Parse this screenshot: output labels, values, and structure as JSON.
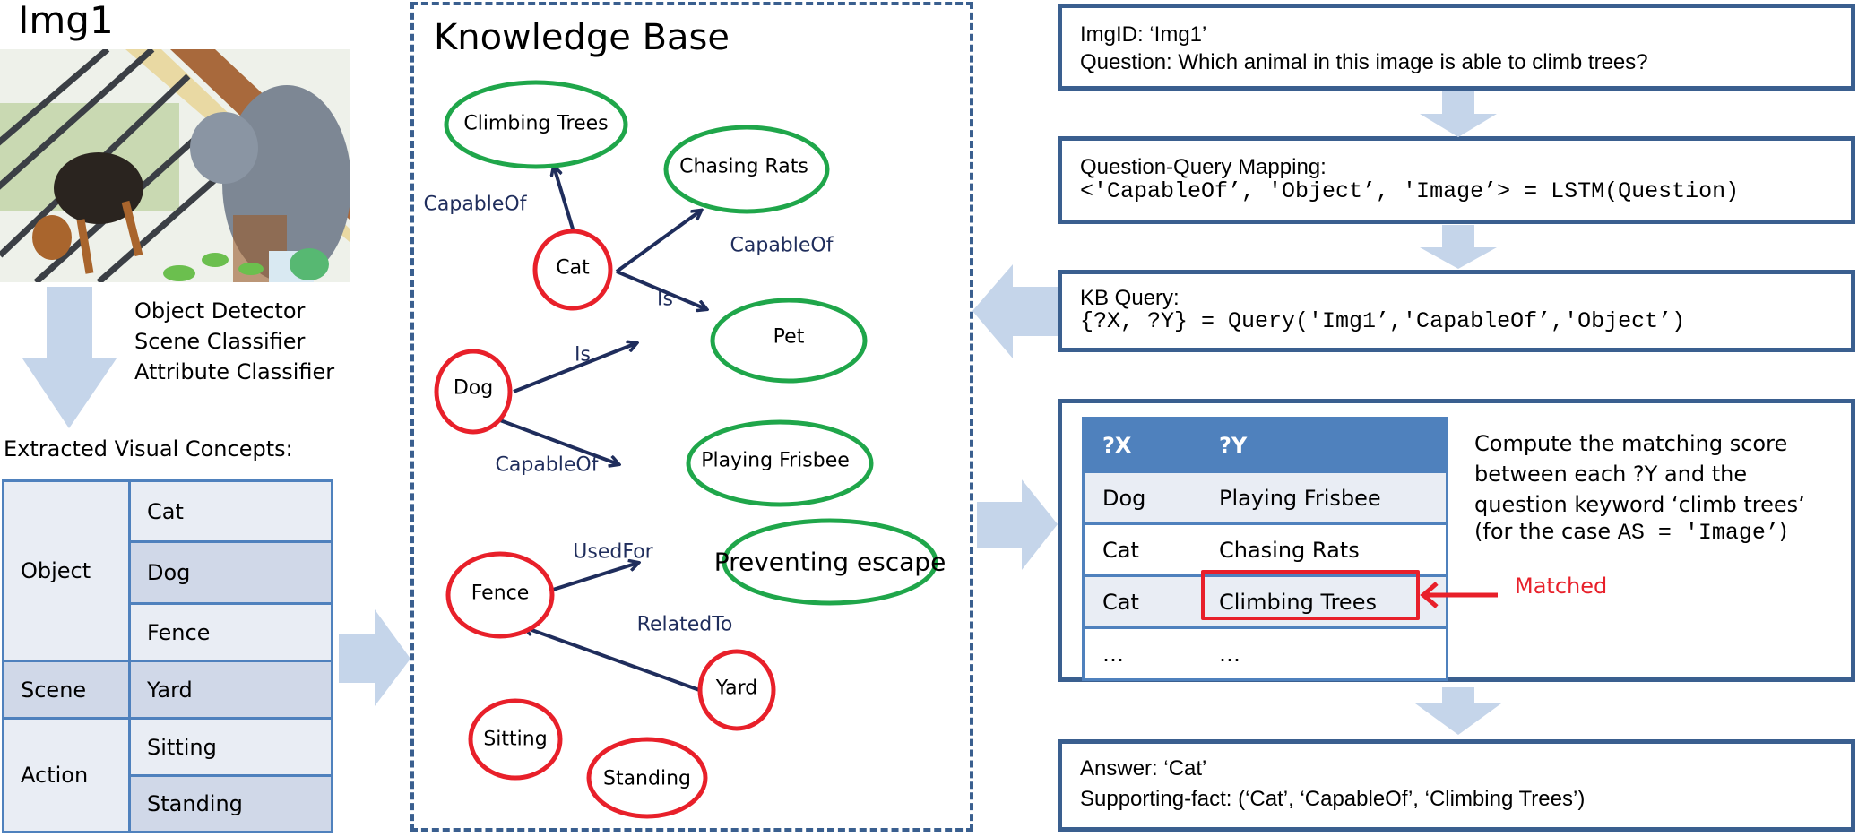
{
  "colors": {
    "arrow_fill": "#c5d5ea",
    "frame_blue": "#3a5f8f",
    "table_blue": "#4f81bd",
    "edge_navy": "#1f2d5c",
    "entity_red": "#e8202a",
    "concept_green": "#1fa64a",
    "matched_red": "#e8202a"
  },
  "left": {
    "image_title": "Img1",
    "image_alt": "Photo of a dog standing behind a fence and a grey cat sitting on a table with plants",
    "pipeline_steps": [
      "Object Detector",
      "Scene Classifier",
      "Attribute Classifier"
    ],
    "concepts_title": "Extracted Visual Concepts:",
    "concepts": [
      {
        "category": "Object",
        "values": [
          "Cat",
          "Dog",
          "Fence"
        ]
      },
      {
        "category": "Scene",
        "values": [
          "Yard"
        ]
      },
      {
        "category": "Action",
        "values": [
          "Sitting",
          "Standing"
        ]
      }
    ]
  },
  "knowledge_base": {
    "title": "Knowledge Base",
    "entity_nodes": [
      "Cat",
      "Dog",
      "Fence",
      "Yard",
      "Sitting",
      "Standing"
    ],
    "concept_nodes": [
      "Climbing Trees",
      "Chasing Rats",
      "Pet",
      "Playing Frisbee",
      "Preventing escape"
    ],
    "edges": [
      {
        "from": "Cat",
        "relation": "CapableOf",
        "to": "Climbing Trees"
      },
      {
        "from": "Cat",
        "relation": "CapableOf",
        "to": "Chasing Rats"
      },
      {
        "from": "Cat",
        "relation": "Is",
        "to": "Pet"
      },
      {
        "from": "Dog",
        "relation": "Is",
        "to": "Pet"
      },
      {
        "from": "Dog",
        "relation": "CapableOf",
        "to": "Playing Frisbee"
      },
      {
        "from": "Fence",
        "relation": "UsedFor",
        "to": "Preventing escape"
      },
      {
        "from": "Yard",
        "relation": "RelatedTo",
        "to": "Fence"
      }
    ]
  },
  "right": {
    "question_box": {
      "img_id_line": "ImgID: ‘Img1’",
      "question_line": "Question: Which animal in this image is able to climb trees?"
    },
    "mapping_box": {
      "label": "Question-Query Mapping:",
      "code": "<'CapableOf’, 'Object’, 'Image’> = LSTM(Question)"
    },
    "kb_query_box": {
      "label": "KB Query:",
      "code": "{?X, ?Y} = Query('Img1’,'CapableOf’,'Object’)"
    },
    "matching_box": {
      "table_headers": [
        "?X",
        "?Y"
      ],
      "table_rows": [
        [
          "Dog",
          "Playing Frisbee"
        ],
        [
          "Cat",
          "Chasing Rats"
        ],
        [
          "Cat",
          "Climbing Trees"
        ],
        [
          "…",
          "…"
        ]
      ],
      "matched_row_index": 2,
      "description_lines": [
        "Compute the matching score",
        "between each ?Y and the",
        "question keyword ‘climb trees’"
      ],
      "description_case_prefix": "(for the case ",
      "description_case_code": "AS = 'Image’",
      "description_case_suffix": ")",
      "matched_label": "Matched"
    },
    "answer_box": {
      "answer_line": "Answer: ‘Cat’",
      "supporting_fact_line": "Supporting-fact: (‘Cat’, ‘CapableOf’, ‘Climbing Trees’)"
    }
  }
}
